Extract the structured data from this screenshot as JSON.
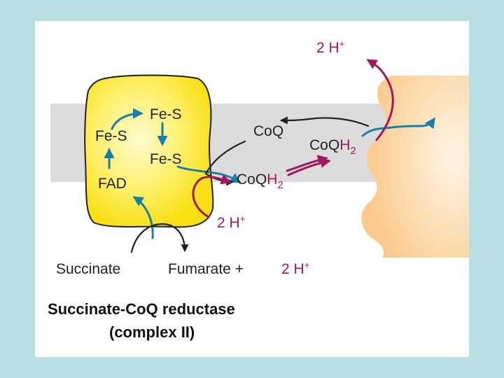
{
  "diagram": {
    "complex": {
      "cluster_1": "Fe-S",
      "cluster_2": "Fe-S",
      "cluster_3": "Fe-S",
      "cofactor": "FAD"
    },
    "quinone": {
      "oxidized": "Co",
      "oxidized_q": "Q",
      "reduced_base": "CoQ",
      "reduced_h": "H",
      "reduced_sub": "2"
    },
    "protons": {
      "coefficient": "2 H",
      "charge": "+"
    },
    "reaction": {
      "substrate": "Succinate",
      "product": "Fumarate +",
      "product_protons": "2 H",
      "product_charge": "+"
    },
    "caption": {
      "line_1": "Succinate-Co",
      "line_1_q": "Q",
      "line_1_end": " reductase",
      "line_2": "(complex II)"
    },
    "colors": {
      "background": "#b7dfe2",
      "membrane": "#dcdcdc",
      "complex_fill": "#fde82e",
      "complex_core": "#fff9b0",
      "neighbor_complex": "#fbc989",
      "electron_arrow": "#1a7fa8",
      "proton_arrow": "#a0195f",
      "quinone_arrow": "#231f20"
    }
  }
}
